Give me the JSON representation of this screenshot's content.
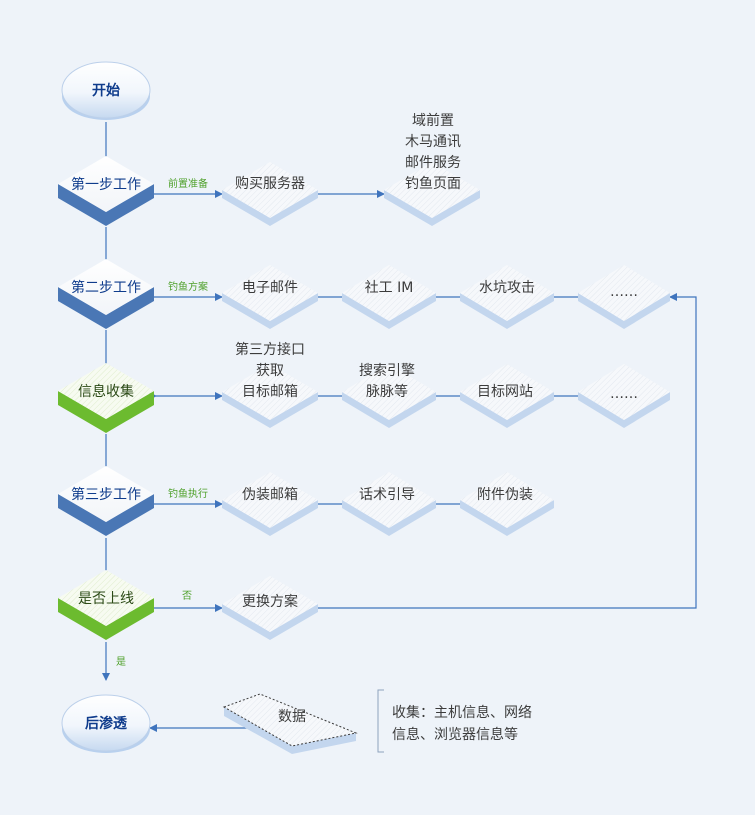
{
  "start": "开始",
  "end": "后渗透",
  "steps": {
    "s1": "第一步工作",
    "s2": "第二步工作",
    "s3": "信息收集",
    "s4": "第三步工作",
    "s5": "是否上线"
  },
  "edges": {
    "e1": "前置准备",
    "e2": "钓鱼方案",
    "e4": "钓鱼执行",
    "no": "否",
    "yes": "是"
  },
  "nodes": {
    "buy_server": "购买服务器",
    "prep_list": [
      "域前置",
      "木马通讯",
      "邮件服务",
      "钓鱼页面"
    ],
    "email": "电子邮件",
    "social_im": "社工 IM",
    "watering_hole": "水坑攻击",
    "more1": "……",
    "third_party": [
      "第三方接口",
      "获取",
      "目标邮箱"
    ],
    "search": [
      "搜索引擎",
      "脉脉等"
    ],
    "target_site": "目标网站",
    "more2": "……",
    "forge_email": "伪装邮箱",
    "script": "话术引导",
    "attachment": "附件伪装",
    "change_plan": "更换方案",
    "data": "数据"
  },
  "note": [
    "收集：主机信息、网络",
    "信息、浏览器信息等"
  ]
}
